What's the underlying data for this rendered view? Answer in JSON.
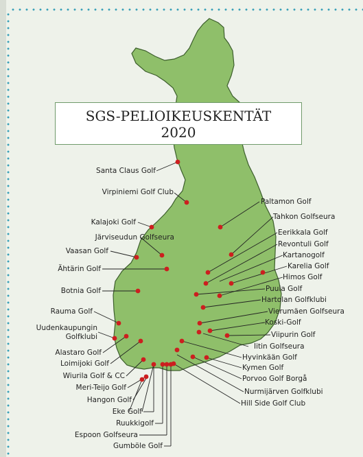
{
  "title": {
    "line1": "SGS-PELIOIKEUSKENTÄT",
    "line2": "2020"
  },
  "colors": {
    "land": "#8fbf6a",
    "dot": "#cc1f1f",
    "border_dots": "#3aa0b8",
    "background": "#eef2ea"
  },
  "courses": {
    "santa_claus": "Santa Claus Golf",
    "virpiniemi": "Virpiniemi Golf Club",
    "kalajoki": "Kalajoki Golf",
    "jarviseudun": "Järviseudun Golfseura",
    "vaasan": "Vaasan Golf",
    "ahtarin": "Ähtärin Golf",
    "botnia": "Botnia Golf",
    "rauma": "Rauma Golf",
    "uudenkaupungin_1": "Uudenkaupungin",
    "uudenkaupungin_2": "Golfklubi",
    "alastaro": "Alastaro Golf",
    "loimijoki": "Loimijoki Golf",
    "wiurila": "Wiurila Golf & CC",
    "meri_teijo": "Meri-Teijo Golf",
    "hangon": "Hangon Golf",
    "eke": "Eke Golf",
    "ruukkigolf": "Ruukkigolf",
    "espoon": "Espoon Golfseura",
    "gumbole": "Gumböle Golf",
    "paltamon": "Paltamon Golf",
    "tahkon": "Tahkon Golfseura",
    "eerikkala": "Eerikkala Golf",
    "revontuli": "Revontuli Golf",
    "kartanogolf": "Kartanogolf",
    "karelia": "Karelia Golf",
    "himos": "Himos Golf",
    "puula": "Puula Golf",
    "hartolan": "Hartolan Golfklubi",
    "vierumaen": "Vierumäen Golfseura",
    "koski": "Koski-Golf",
    "viipurin": "Viipurin Golf",
    "iitin": "Iitin Golfseura",
    "hyvinkaan": "Hyvinkään Golf",
    "kymen": "Kymen Golf",
    "porvoo": "Porvoo Golf Borgå",
    "nurmijarven": "Nurmijärven Golfklubi",
    "hill_side": "Hill Side Golf Club"
  }
}
